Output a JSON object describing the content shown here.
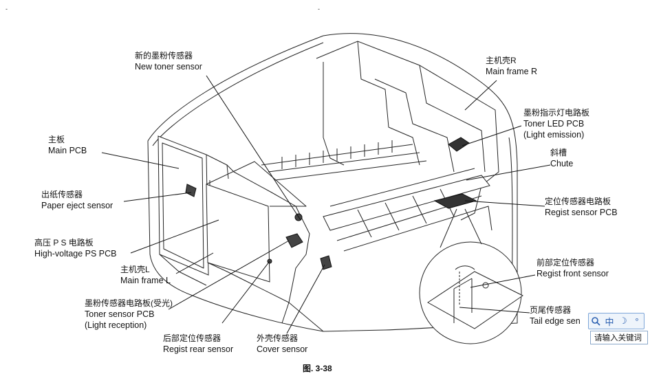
{
  "figure": {
    "caption": "图. 3-38",
    "corner_marks": [
      "-",
      "-"
    ]
  },
  "labels": [
    {
      "id": "new-toner-sensor",
      "zh": "新的墨粉传感器",
      "en": "New toner sensor"
    },
    {
      "id": "main-frame-r",
      "zh": "主机壳R",
      "en": "Main frame R"
    },
    {
      "id": "toner-led-pcb",
      "zh": "墨粉指示灯电路板",
      "en": "Toner LED PCB",
      "en2": "(Light emission)"
    },
    {
      "id": "chute",
      "zh": "斜槽",
      "en": "Chute"
    },
    {
      "id": "regist-sensor-pcb",
      "zh": "定位传感器电路板",
      "en": "Regist sensor PCB"
    },
    {
      "id": "main-pcb",
      "zh": "主板",
      "en": "Main PCB"
    },
    {
      "id": "paper-eject-sensor",
      "zh": "出纸传感器",
      "en": "Paper eject sensor"
    },
    {
      "id": "high-voltage-ps-pcb",
      "zh": "高压 P S 电路板",
      "en": "High-voltage PS PCB"
    },
    {
      "id": "main-frame-l",
      "zh": "主机壳L",
      "en": "Main frame L"
    },
    {
      "id": "toner-sensor-pcb",
      "zh": "墨粉传感器电路板(受光)",
      "en": "Toner sensor PCB",
      "en2": "(Light reception)"
    },
    {
      "id": "regist-front-sensor",
      "zh": "前部定位传感器",
      "en": "Regist front sensor"
    },
    {
      "id": "tail-edge-sensor",
      "zh": "页尾传感器",
      "en": "Tail edge sen"
    },
    {
      "id": "regist-rear-sensor",
      "zh": "后部定位传感器",
      "en": "Regist rear sensor"
    },
    {
      "id": "cover-sensor",
      "zh": "外壳传感器",
      "en": "Cover sensor"
    }
  ],
  "ime": {
    "search_icon": "search-icon",
    "mode": "中",
    "moon": "☽",
    "extra": "°",
    "input_text": "请输入关键词"
  }
}
